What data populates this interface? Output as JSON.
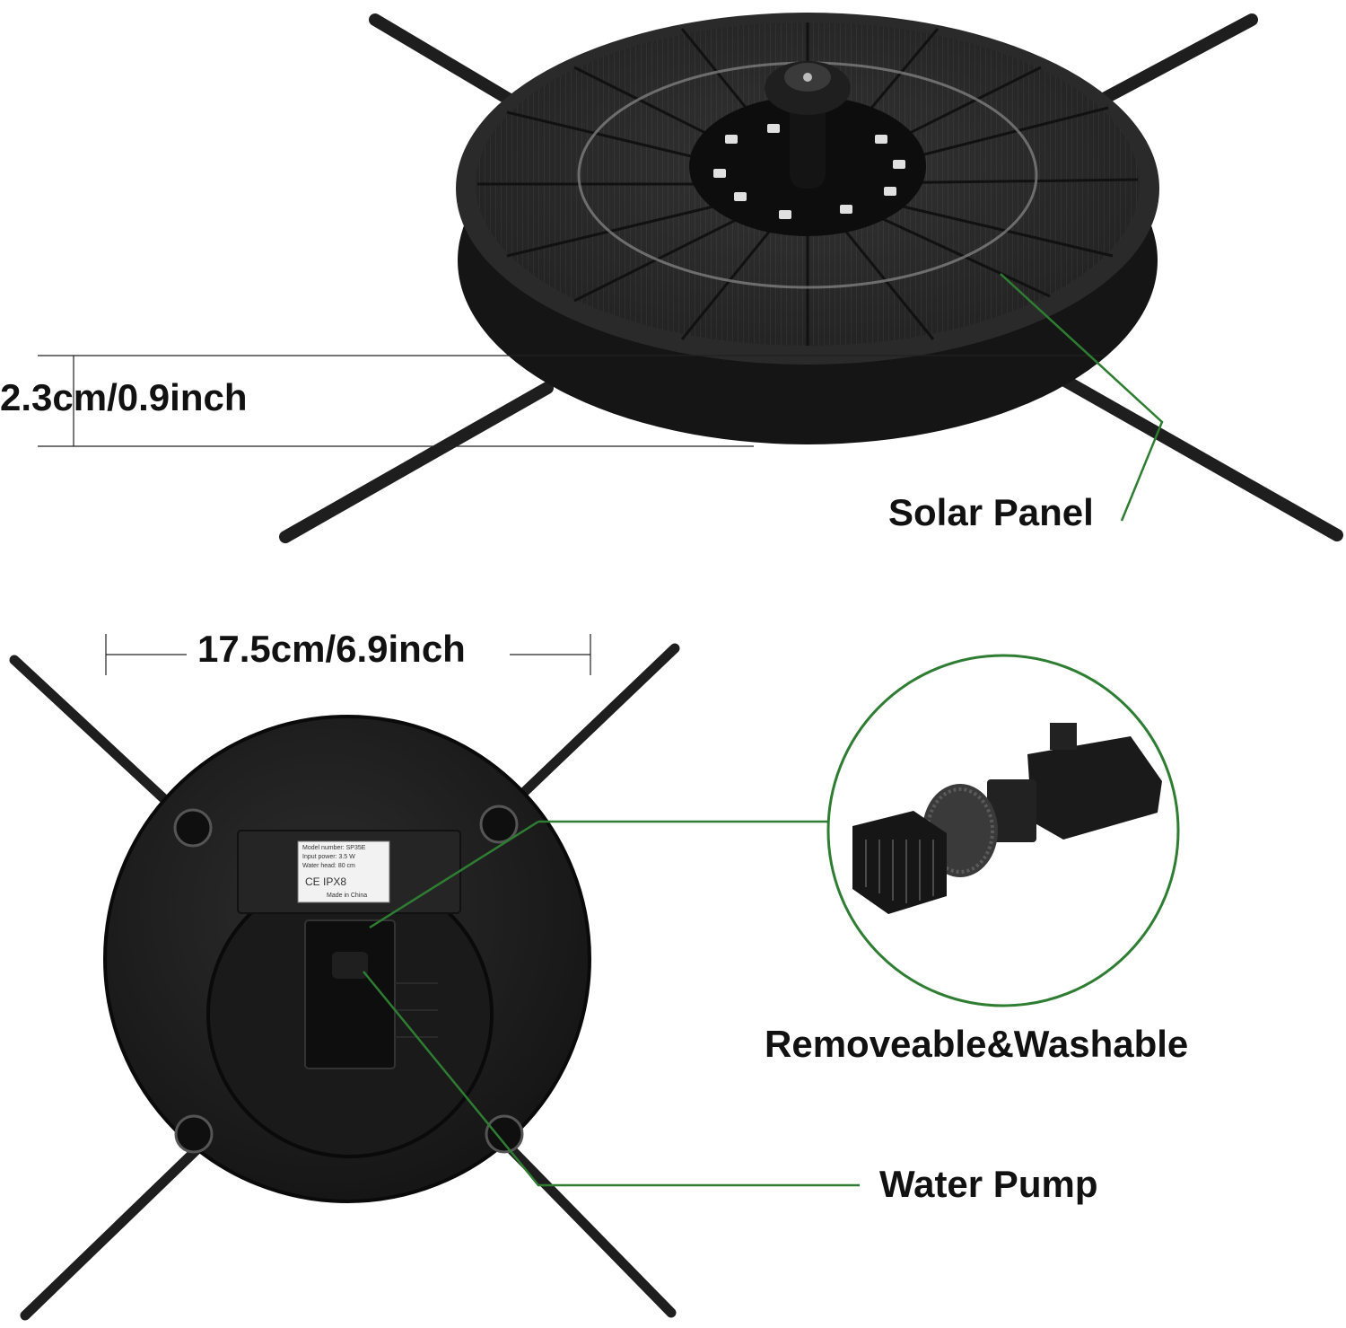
{
  "dimensions": {
    "height": "2.3cm/0.9inch",
    "width": "17.5cm/6.9inch"
  },
  "callouts": {
    "solar_panel": "Solar Panel",
    "removable": "Removeable&Washable",
    "water_pump": "Water Pump"
  },
  "spec_label": {
    "model": "Model number:",
    "model_value": "SP35E",
    "input": "Input power:",
    "input_value": "3.5 W",
    "head": "Water head:",
    "head_value": "80 cm",
    "marks": "CE IPX8",
    "origin": "Made in China"
  },
  "colors": {
    "callout_line": "#2e7d32",
    "product": "#1a1a1a",
    "label": "#111111"
  }
}
